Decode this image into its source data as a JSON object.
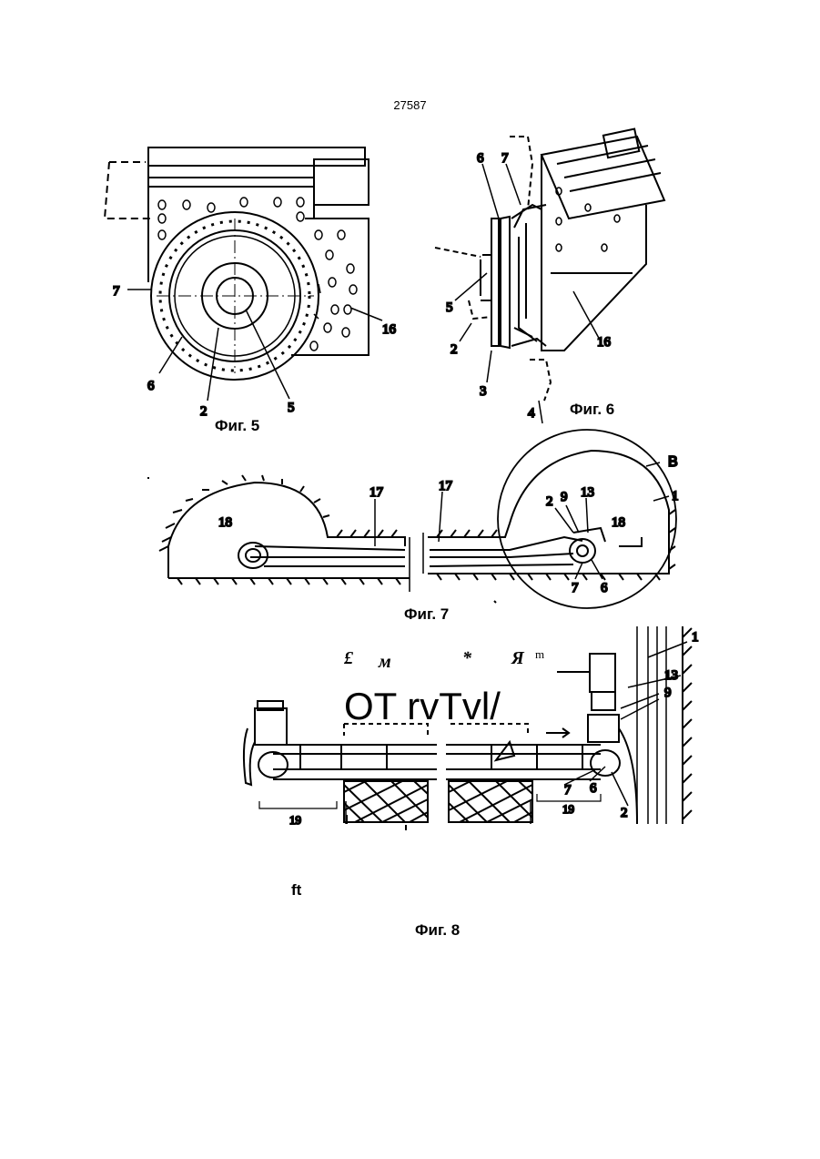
{
  "page": {
    "number": "27587"
  },
  "figures": {
    "fig5": {
      "caption": "Фиг. 5",
      "labels": {
        "l7": "7",
        "l16": "16",
        "l6": "6",
        "l2": "2",
        "l5": "5"
      }
    },
    "fig6": {
      "caption": "Фиг. 6",
      "labels": {
        "l6": "6",
        "l7": "7",
        "l5": "5",
        "l2": "2",
        "l3": "3",
        "l4": "4",
        "l16": "16"
      }
    },
    "fig7": {
      "caption": "Фиг. 7",
      "labels": {
        "lB": "B",
        "l1": "1",
        "l17a": "17",
        "l17b": "17",
        "l18a": "18",
        "l18b": "18",
        "l2": "2",
        "l9": "9",
        "l13": "13",
        "l7": "7",
        "l6": "6"
      }
    },
    "fig8": {
      "caption": "Фиг. 8",
      "labels": {
        "l1": "1",
        "l13": "13",
        "l9": "9",
        "l7": "7",
        "l6": "6",
        "l2": "2",
        "l19a": "19",
        "l19b": "19"
      },
      "artifacts": {
        "a1": "£",
        "a2": "м",
        "a3": "*",
        "a4": "Я",
        "a5": "m",
        "ocr": "OT rvTvl/",
        "ft": "ft"
      }
    }
  }
}
